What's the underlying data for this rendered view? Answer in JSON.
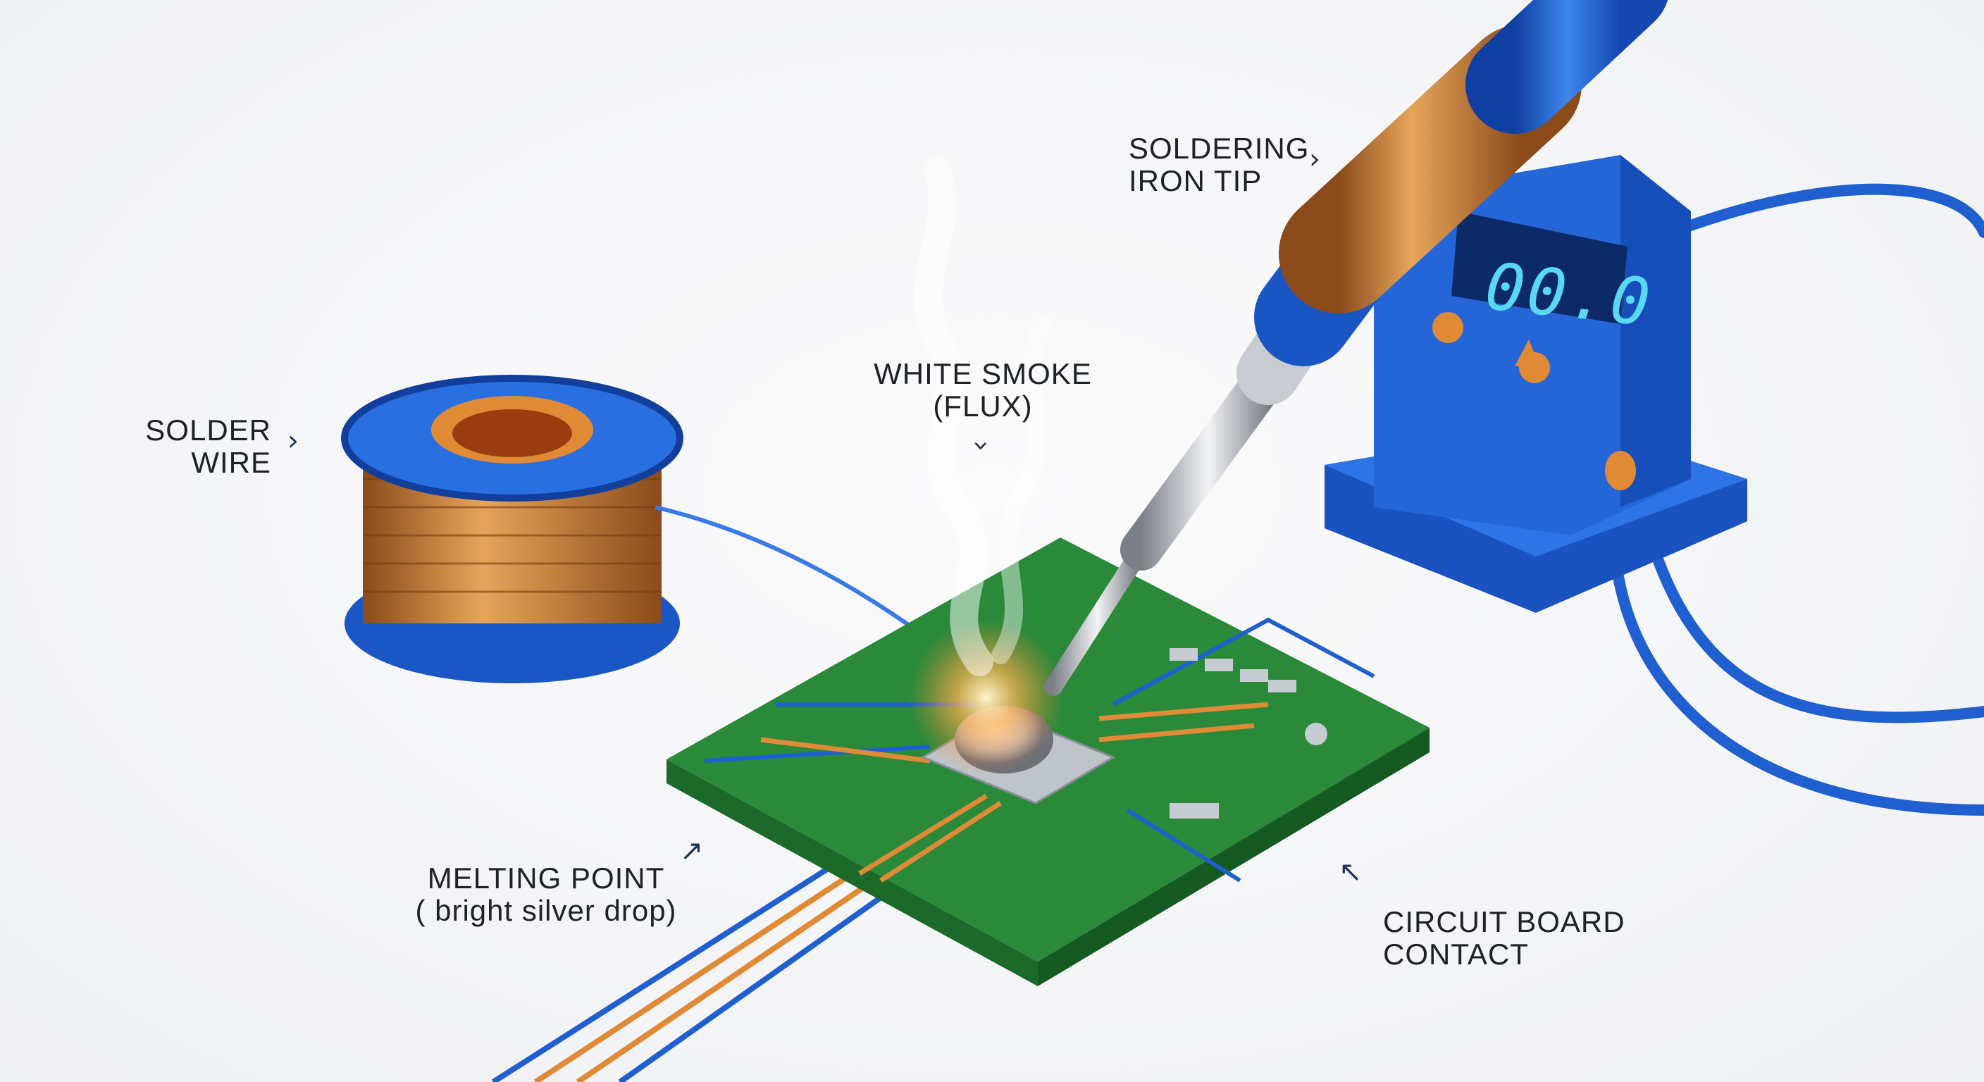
{
  "labels": {
    "solder_wire": [
      "SOLDER",
      "WIRE"
    ],
    "white_smoke": [
      "WHITE SMOKE",
      "(FLUX)"
    ],
    "iron_tip": [
      "SOLDERING",
      "IRON TIP"
    ],
    "melting_point": [
      "MELTING POINT",
      "( bright silver drop)"
    ],
    "circuit_board": [
      "CIRCUIT BOARD",
      "CONTACT"
    ]
  },
  "station": {
    "display": "00.0"
  },
  "colors": {
    "blue": "#1f64d6",
    "copper": "#d9822b",
    "pcb": "#2a8a3a",
    "label": "#1d2128"
  }
}
